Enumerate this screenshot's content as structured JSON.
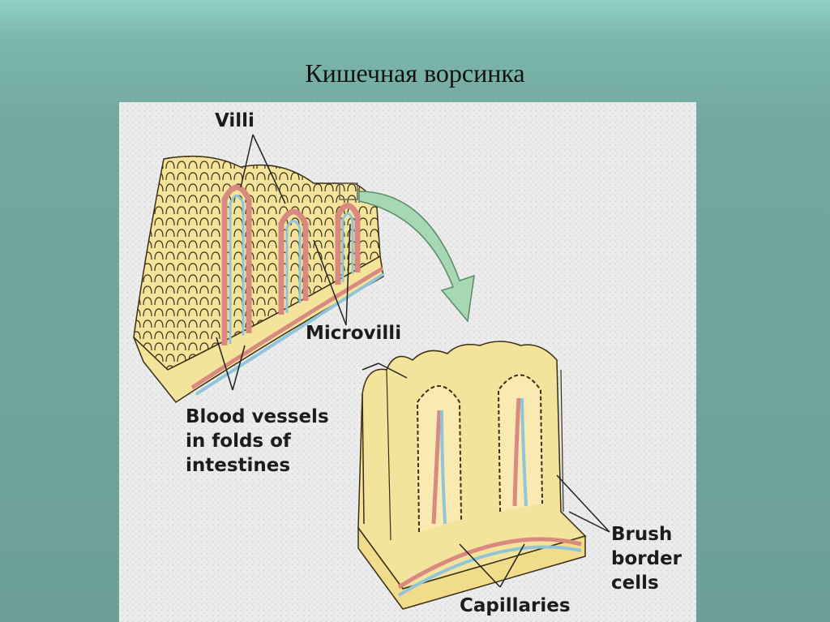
{
  "slide": {
    "title": "Кишечная ворсинка"
  },
  "figure": {
    "labels": {
      "villi": "Villi",
      "microvilli": "Microvilli",
      "blood_vessels_1": "Blood vessels",
      "blood_vessels_2": "in folds of",
      "blood_vessels_3": "intestines",
      "brush_1": "Brush",
      "brush_2": "border",
      "brush_3": "cells",
      "capillaries": "Capillaries"
    },
    "colors": {
      "tissue": "#f4e39a",
      "tissue_dark": "#d9b85a",
      "outline": "#3a2e14",
      "artery": "#d98a80",
      "vein": "#8fc4d9",
      "arrow": "#a6d9b3"
    }
  }
}
